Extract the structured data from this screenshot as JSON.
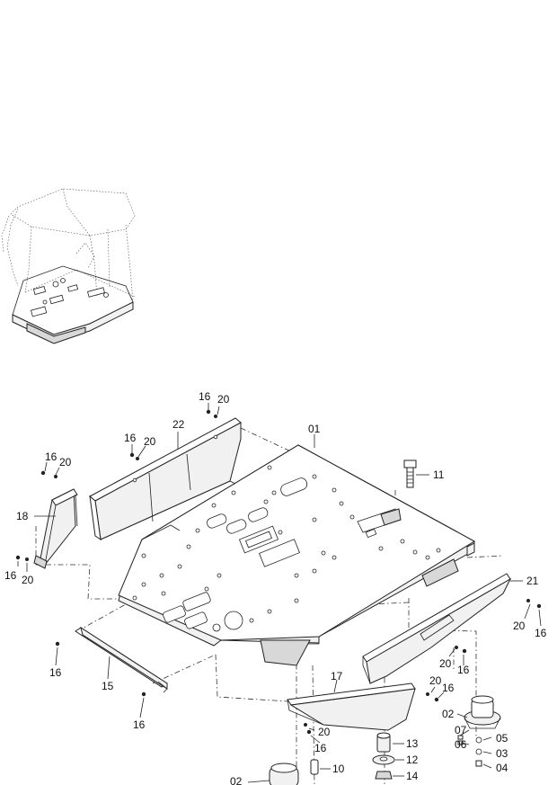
{
  "callouts": [
    {
      "id": "c01",
      "text": "01"
    },
    {
      "id": "c11",
      "text": "11"
    },
    {
      "id": "c22",
      "text": "22"
    },
    {
      "id": "c16a",
      "text": "16"
    },
    {
      "id": "c20a",
      "text": "20"
    },
    {
      "id": "c16b",
      "text": "16"
    },
    {
      "id": "c20b",
      "text": "20"
    },
    {
      "id": "c16c",
      "text": "16"
    },
    {
      "id": "c20c",
      "text": "20"
    },
    {
      "id": "c18",
      "text": "18"
    },
    {
      "id": "c16d",
      "text": "16"
    },
    {
      "id": "c20d",
      "text": "20"
    },
    {
      "id": "c21",
      "text": "21"
    },
    {
      "id": "c20e",
      "text": "20"
    },
    {
      "id": "c16e",
      "text": "16"
    },
    {
      "id": "c20f",
      "text": "20"
    },
    {
      "id": "c16f",
      "text": "16"
    },
    {
      "id": "c16g",
      "text": "16"
    },
    {
      "id": "c15",
      "text": "15"
    },
    {
      "id": "c16h",
      "text": "16"
    },
    {
      "id": "c17",
      "text": "17"
    },
    {
      "id": "c20g",
      "text": "20"
    },
    {
      "id": "c16i",
      "text": "16"
    },
    {
      "id": "c20h",
      "text": "20"
    },
    {
      "id": "c16j",
      "text": "16"
    },
    {
      "id": "c02a",
      "text": "02"
    },
    {
      "id": "c07",
      "text": "07"
    },
    {
      "id": "c06",
      "text": "06"
    },
    {
      "id": "c05",
      "text": "05"
    },
    {
      "id": "c03",
      "text": "03"
    },
    {
      "id": "c04",
      "text": "04"
    },
    {
      "id": "c13",
      "text": "13"
    },
    {
      "id": "c12",
      "text": "12"
    },
    {
      "id": "c14",
      "text": "14"
    },
    {
      "id": "c10",
      "text": "10"
    },
    {
      "id": "c02b",
      "text": "02"
    }
  ]
}
